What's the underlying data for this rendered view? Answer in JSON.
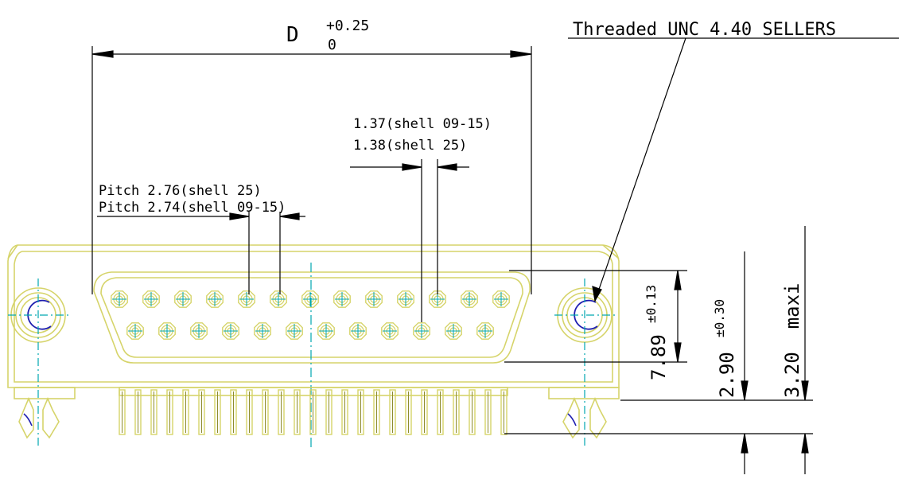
{
  "annotations": {
    "d_label": "D",
    "d_tol_plus": "+0.25",
    "d_tol_zero": "0",
    "thread_label": "Threaded UNC 4.40 SELLERS",
    "spacing_line1": "1.37(shell 09-15)",
    "spacing_line2": "1.38(shell 25)",
    "pitch_line1": "Pitch 2.76(shell 25)",
    "pitch_line2": "Pitch 2.74(shell 09-15)",
    "dim_height": "7.89",
    "dim_height_tol": "±0.13",
    "dim_standoff": "2.90",
    "dim_standoff_tol": "±0.30",
    "dim_max": "3.20  maxi"
  },
  "connector": {
    "top_row_pins": 13,
    "bottom_row_pins": 12,
    "solder_tails": 25
  },
  "colors": {
    "outline": "#d6d46a",
    "pin_center": "#00a7b0",
    "thread": "#1f1fb0",
    "dimension": "#000000"
  }
}
